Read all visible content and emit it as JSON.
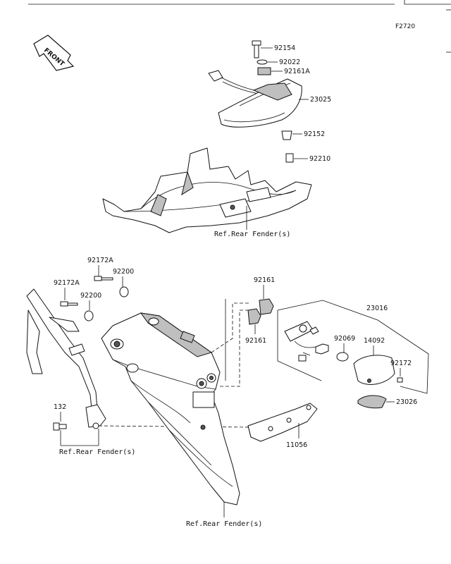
{
  "figure_code": "F2720",
  "front_label": "FRONT",
  "labels": {
    "p92154": "92154",
    "p92022": "92022",
    "p92161A": "92161A",
    "p23025": "23025",
    "p92152": "92152",
    "p92210": "92210",
    "ref1": "Ref.Rear Fender(s)",
    "p92172A_a": "92172A",
    "p92200_a": "92200",
    "p92172A_b": "92172A",
    "p92200_b": "92200",
    "p92161_a": "92161",
    "p23016": "23016",
    "p92161_b": "92161",
    "p92069": "92069",
    "p14092": "14092",
    "p92172": "92172",
    "p23026": "23026",
    "p132": "132",
    "ref2": "Ref.Rear Fender(s)",
    "p11056": "11056",
    "ref3": "Ref.Rear Fender(s)"
  }
}
